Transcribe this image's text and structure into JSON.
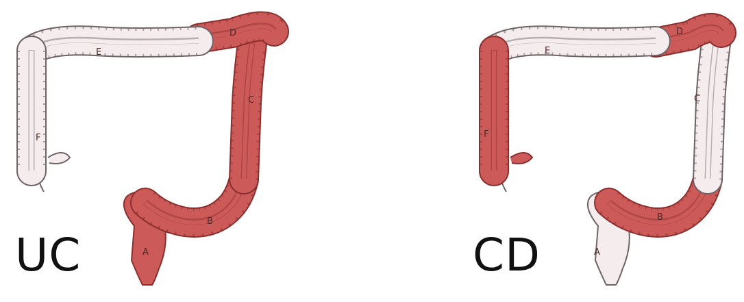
{
  "colors": {
    "inflamed": "#cc5a58",
    "inflamed_edge": "#8a2f2e",
    "healthy": "#f5ecee",
    "healthy_edge": "#6e6466",
    "label_text": "#111111"
  },
  "panels": [
    {
      "label": "UC",
      "segments": [
        {
          "letter": "A",
          "inflamed": true
        },
        {
          "letter": "B",
          "inflamed": true
        },
        {
          "letter": "C",
          "inflamed": true
        },
        {
          "letter": "D",
          "inflamed": true
        },
        {
          "letter": "E",
          "inflamed": false
        },
        {
          "letter": "F",
          "inflamed": false
        }
      ]
    },
    {
      "label": "CD",
      "segments": [
        {
          "letter": "A",
          "inflamed": false
        },
        {
          "letter": "B",
          "inflamed": true
        },
        {
          "letter": "C",
          "inflamed": false
        },
        {
          "letter": "D",
          "inflamed": true
        },
        {
          "letter": "E",
          "inflamed": false
        },
        {
          "letter": "F",
          "inflamed": true
        }
      ]
    }
  ]
}
